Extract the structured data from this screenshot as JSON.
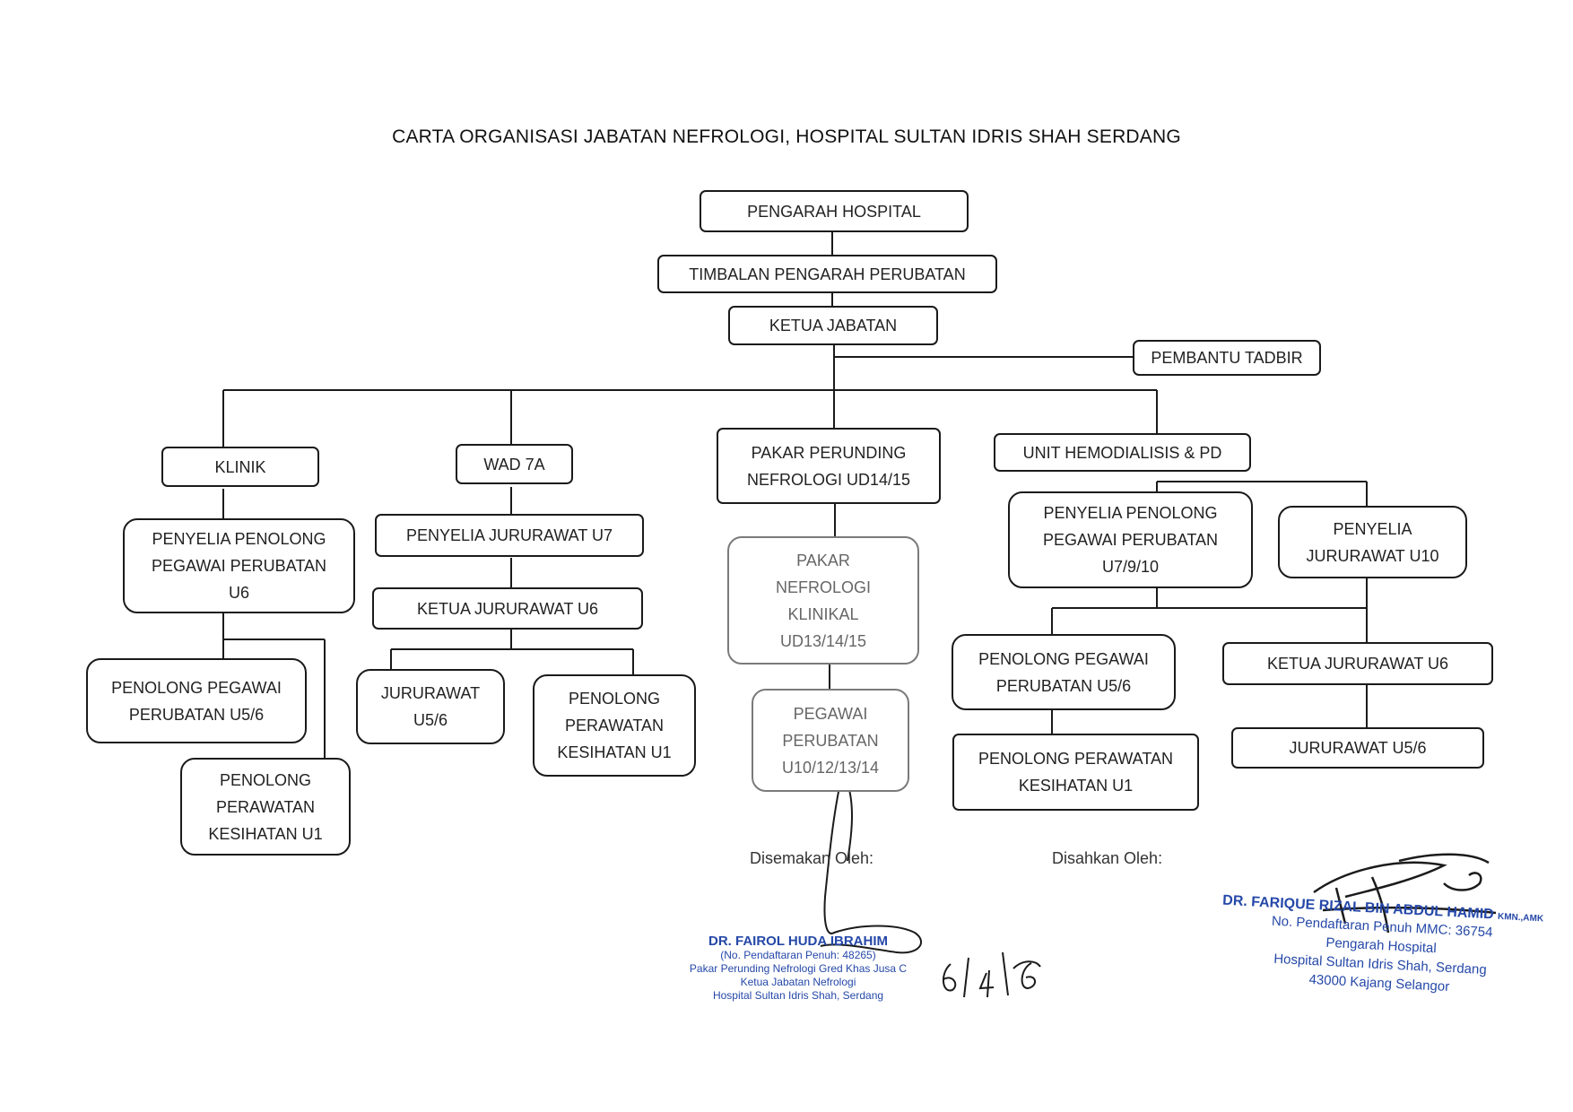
{
  "title": "CARTA ORGANISASI JABATAN NEFROLOGI, HOSPITAL SULTAN IDRIS SHAH SERDANG",
  "nodes": {
    "pengarah": "PENGARAH HOSPITAL",
    "timbalan": "TIMBALAN PENGARAH PERUBATAN",
    "ketua_jabatan": "KETUA JABATAN",
    "pembantu_tadbir": "PEMBANTU TADBIR",
    "klinik": "KLINIK",
    "wad7a": "WAD 7A",
    "pakar_perunding": [
      "PAKAR PERUNDING",
      "NEFROLOGI UD14/15"
    ],
    "unit_hemo": "UNIT HEMODIALISIS & PD",
    "klinik_penyelia": [
      "PENYELIA PENOLONG",
      "PEGAWAI PERUBATAN",
      "U6"
    ],
    "klinik_penolong": [
      "PENOLONG PEGAWAI",
      "PERUBATAN U5/6"
    ],
    "klinik_perawatan": [
      "PENOLONG",
      "PERAWATAN",
      "KESIHATAN U1"
    ],
    "wad_penyelia": "PENYELIA JURURAWAT U7",
    "wad_ketua": "KETUA JURURAWAT U6",
    "wad_jururawat": [
      "JURURAWAT",
      "U5/6"
    ],
    "wad_perawatan": [
      "PENOLONG",
      "PERAWATAN",
      "KESIHATAN U1"
    ],
    "pakar_klinikal": [
      "PAKAR",
      "NEFROLOGI",
      "KLINIKAL",
      "UD13/14/15"
    ],
    "pegawai_perubatan": [
      "PEGAWAI",
      "PERUBATAN",
      "U10/12/13/14"
    ],
    "hemo_penyelia_ppp": [
      "PENYELIA PENOLONG",
      "PEGAWAI PERUBATAN",
      "U7/9/10"
    ],
    "hemo_penyelia_jr": [
      "PENYELIA",
      "JURURAWAT U10"
    ],
    "hemo_penolong": [
      "PENOLONG PEGAWAI",
      "PERUBATAN U5/6"
    ],
    "hemo_perawatan": [
      "PENOLONG PERAWATAN",
      "KESIHATAN U1"
    ],
    "hemo_ketua": "KETUA JURURAWAT U6",
    "hemo_jururawat": "JURURAWAT U5/6"
  },
  "signatures": {
    "disemak_label": "Disemakan Oleh:",
    "disahkan_label": "Disahkan Oleh:",
    "disemak": {
      "name": "DR. FAIROL HUDA IBRAHIM",
      "lines": [
        "(No. Pendaftaran Penuh: 48265)",
        "Pakar Perunding Nefrologi Gred Khas Jusa C",
        "Ketua Jabatan Nefrologi",
        "Hospital Sultan Idris Shah, Serdang"
      ],
      "handwritten_date": "6/4/26"
    },
    "disahkan": {
      "name": "DR. FARIQUE RIZAL BIN ABDUL HAMID",
      "suffix": "KMN.,AMK",
      "lines": [
        "No. Pendaftaran Penuh MMC: 36754",
        "Pengarah Hospital",
        "Hospital Sultan Idris Shah, Serdang",
        "43000 Kajang Selangor"
      ]
    }
  },
  "colors": {
    "line": "#1a1a1a",
    "stamp": "#2548a8"
  }
}
